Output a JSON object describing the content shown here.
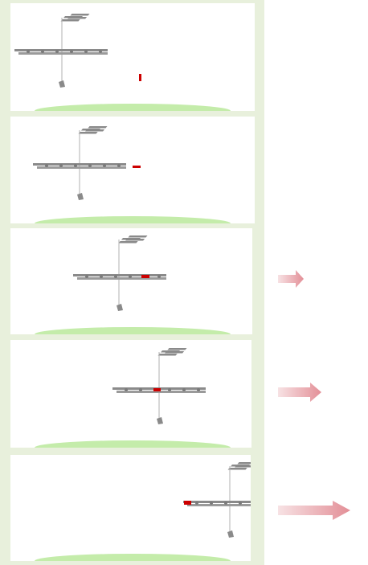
{
  "figure": {
    "panel_count": 5,
    "panels": [
      {
        "index": 1,
        "payload_state": "vertical-separate",
        "arrow_strength": 0
      },
      {
        "index": 2,
        "payload_state": "horizontal-approach",
        "arrow_strength": 0
      },
      {
        "index": 3,
        "payload_state": "docked",
        "arrow_strength": 1
      },
      {
        "index": 4,
        "payload_state": "docked",
        "arrow_strength": 2
      },
      {
        "index": 5,
        "payload_state": "docked",
        "arrow_strength": 3
      }
    ],
    "colors": {
      "background_strip": "#e8f0dc",
      "panel_background": "#ffffff",
      "earth_horizon": "#c4ecaa",
      "station_structure": "#8a8a8a",
      "payload": "#cc0000",
      "arrow_fill": "#e38f97"
    },
    "icons": {
      "station": "space-station-icon",
      "payload": "payload-module-icon",
      "arrow": "motion-arrow-icon"
    }
  }
}
